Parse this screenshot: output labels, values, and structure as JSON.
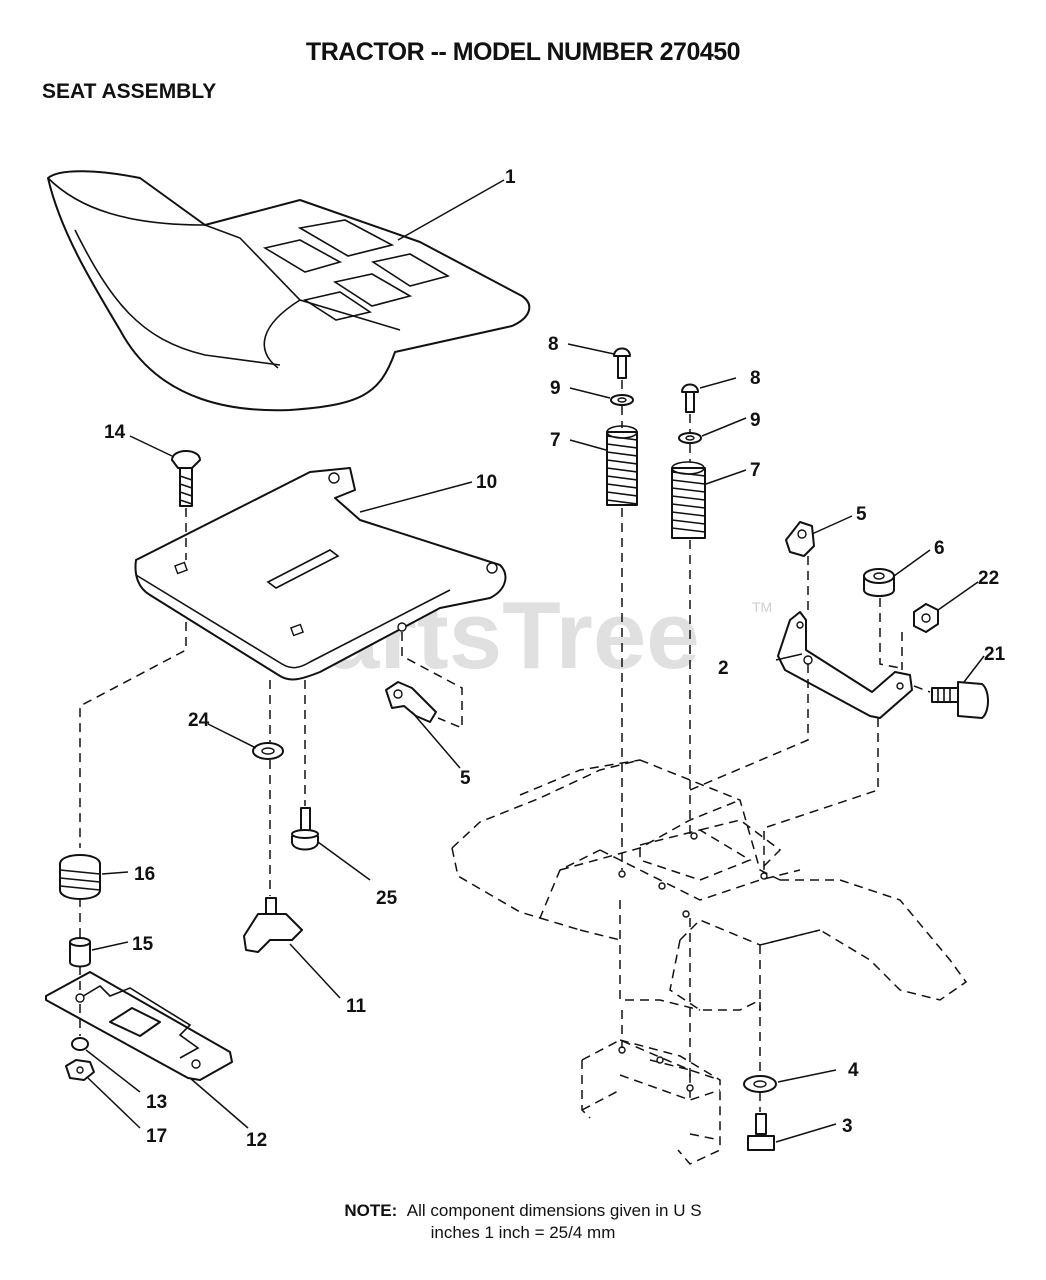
{
  "header": {
    "title": "TRACTOR -- MODEL NUMBER 270450",
    "section": "SEAT ASSEMBLY"
  },
  "watermark": {
    "text": "PartsTree",
    "tm": "TM"
  },
  "callouts": {
    "c1": "1",
    "c2": "2",
    "c3": "3",
    "c4": "4",
    "c5a": "5",
    "c5b": "5",
    "c6": "6",
    "c7a": "7",
    "c7b": "7",
    "c8a": "8",
    "c8b": "8",
    "c9a": "9",
    "c9b": "9",
    "c10": "10",
    "c11": "11",
    "c12": "12",
    "c13": "13",
    "c14": "14",
    "c15": "15",
    "c16": "16",
    "c17": "17",
    "c21": "21",
    "c22": "22",
    "c24": "24",
    "c25": "25"
  },
  "footer": {
    "note_label": "NOTE:",
    "note_line1": "All component dimensions given in U S",
    "note_line2": "inches 1 inch = 25/4 mm"
  }
}
